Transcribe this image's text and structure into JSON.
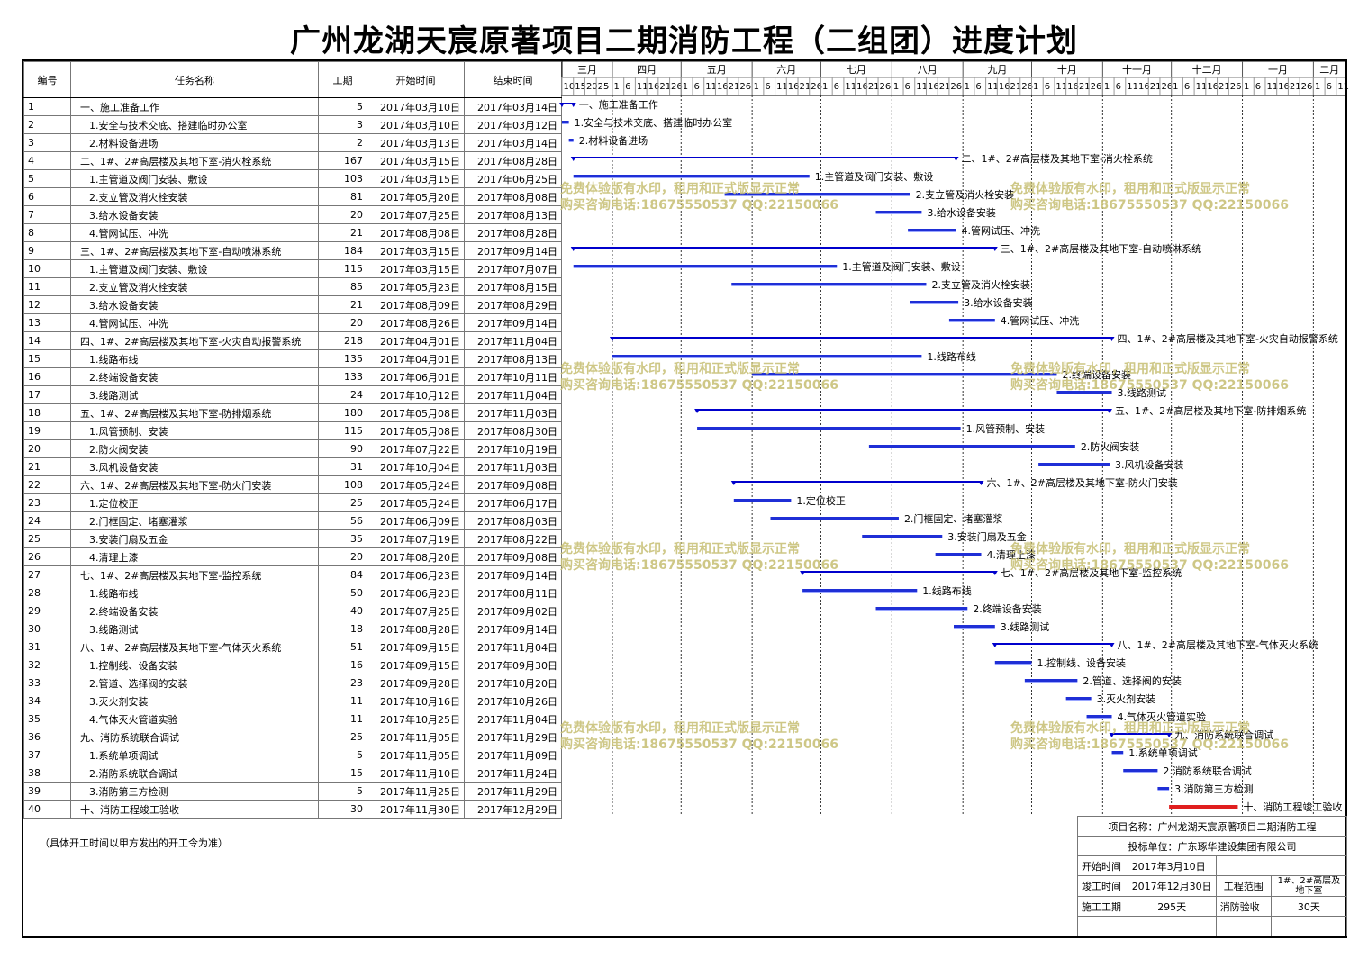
{
  "title": "广州龙湖天宸原著项目二期消防工程（二组团）进度计划",
  "table": {
    "headers": [
      "编号",
      "任务名称",
      "工期",
      "开始时间",
      "结束时间"
    ],
    "rows": [
      [
        "1",
        "一、施工准备工作",
        "5",
        "2017年03月10日",
        "2017年03月14日"
      ],
      [
        "2",
        "1.安全与技术交底、搭建临时办公室",
        "3",
        "2017年03月10日",
        "2017年03月12日"
      ],
      [
        "3",
        "2.材料设备进场",
        "2",
        "2017年03月13日",
        "2017年03月14日"
      ],
      [
        "4",
        "二、1#、2#高层楼及其地下室-消火栓系统",
        "167",
        "2017年03月15日",
        "2017年08月28日"
      ],
      [
        "5",
        "1.主管道及阀门安装、敷设",
        "103",
        "2017年03月15日",
        "2017年06月25日"
      ],
      [
        "6",
        "2.支立管及消火栓安装",
        "81",
        "2017年05月20日",
        "2017年08月08日"
      ],
      [
        "7",
        "3.给水设备安装",
        "20",
        "2017年07月25日",
        "2017年08月13日"
      ],
      [
        "8",
        "4.管网试压、冲洗",
        "21",
        "2017年08月08日",
        "2017年08月28日"
      ],
      [
        "9",
        "三、1#、2#高层楼及其地下室-自动喷淋系统",
        "184",
        "2017年03月15日",
        "2017年09月14日"
      ],
      [
        "10",
        "1.主管道及阀门安装、敷设",
        "115",
        "2017年03月15日",
        "2017年07月07日"
      ],
      [
        "11",
        "2.支立管及消火栓安装",
        "85",
        "2017年05月23日",
        "2017年08月15日"
      ],
      [
        "12",
        "3.给水设备安装",
        "21",
        "2017年08月09日",
        "2017年08月29日"
      ],
      [
        "13",
        "4.管网试压、冲洗",
        "20",
        "2017年08月26日",
        "2017年09月14日"
      ],
      [
        "14",
        "四、1#、2#高层楼及其地下室-火灾自动报警系统",
        "218",
        "2017年04月01日",
        "2017年11月04日"
      ],
      [
        "15",
        "1.线路布线",
        "135",
        "2017年04月01日",
        "2017年08月13日"
      ],
      [
        "16",
        "2.终端设备安装",
        "133",
        "2017年06月01日",
        "2017年10月11日"
      ],
      [
        "17",
        "3.线路测试",
        "24",
        "2017年10月12日",
        "2017年11月04日"
      ],
      [
        "18",
        "五、1#、2#高层楼及其地下室-防排烟系统",
        "180",
        "2017年05月08日",
        "2017年11月03日"
      ],
      [
        "19",
        "1.风管预制、安装",
        "115",
        "2017年05月08日",
        "2017年08月30日"
      ],
      [
        "20",
        "2.防火阀安装",
        "90",
        "2017年07月22日",
        "2017年10月19日"
      ],
      [
        "21",
        "3.风机设备安装",
        "31",
        "2017年10月04日",
        "2017年11月03日"
      ],
      [
        "22",
        "六、1#、2#高层楼及其地下室-防火门安装",
        "108",
        "2017年05月24日",
        "2017年09月08日"
      ],
      [
        "23",
        "1.定位校正",
        "25",
        "2017年05月24日",
        "2017年06月17日"
      ],
      [
        "24",
        "2.门框固定、堵塞灌浆",
        "56",
        "2017年06月09日",
        "2017年08月03日"
      ],
      [
        "25",
        "3.安装门扇及五金",
        "35",
        "2017年07月19日",
        "2017年08月22日"
      ],
      [
        "26",
        "4.清理上漆",
        "20",
        "2017年08月20日",
        "2017年09月08日"
      ],
      [
        "27",
        "七、1#、2#高层楼及其地下室-监控系统",
        "84",
        "2017年06月23日",
        "2017年09月14日"
      ],
      [
        "28",
        "1.线路布线",
        "50",
        "2017年06月23日",
        "2017年08月11日"
      ],
      [
        "29",
        "2.终端设备安装",
        "40",
        "2017年07月25日",
        "2017年09月02日"
      ],
      [
        "30",
        "3.线路测试",
        "18",
        "2017年08月28日",
        "2017年09月14日"
      ],
      [
        "31",
        "八、1#、2#高层楼及其地下室-气体灭火系统",
        "51",
        "2017年09月15日",
        "2017年11月04日"
      ],
      [
        "32",
        "1.控制线、设备安装",
        "16",
        "2017年09月15日",
        "2017年09月30日"
      ],
      [
        "33",
        "2.管道、选择阀的安装",
        "23",
        "2017年09月28日",
        "2017年10月20日"
      ],
      [
        "34",
        "3.灭火剂安装",
        "11",
        "2017年10月16日",
        "2017年10月26日"
      ],
      [
        "35",
        "4.气体灭火管道实验",
        "11",
        "2017年10月25日",
        "2017年11月04日"
      ],
      [
        "36",
        "九、消防系统联合调试",
        "25",
        "2017年11月05日",
        "2017年11月29日"
      ],
      [
        "37",
        "1.系统单项调试",
        "5",
        "2017年11月05日",
        "2017年11月09日"
      ],
      [
        "38",
        "2.消防系统联合调试",
        "15",
        "2017年11月10日",
        "2017年11月24日"
      ],
      [
        "39",
        "3.消防第三方检测",
        "5",
        "2017年11月25日",
        "2017年11月29日"
      ],
      [
        "40",
        "十、消防工程竣工验收",
        "30",
        "2017年11月30日",
        "2017年12月29日"
      ]
    ]
  },
  "chart_data": {
    "type": "gantt",
    "x_range": [
      "2017-03-10",
      "2018-02-15"
    ],
    "months": [
      {
        "label": "三月",
        "start": "2017-03-01",
        "ticks": [
          "10",
          "15",
          "20",
          "25"
        ]
      },
      {
        "label": "四月",
        "start": "2017-04-01",
        "ticks": [
          "1",
          "6",
          "11",
          "16",
          "21",
          "26"
        ]
      },
      {
        "label": "五月",
        "start": "2017-05-01",
        "ticks": [
          "1",
          "6",
          "11",
          "16",
          "21",
          "26"
        ]
      },
      {
        "label": "六月",
        "start": "2017-06-01",
        "ticks": [
          "1",
          "6",
          "11",
          "16",
          "21",
          "26"
        ]
      },
      {
        "label": "七月",
        "start": "2017-07-01",
        "ticks": [
          "1",
          "6",
          "11",
          "16",
          "21",
          "26"
        ]
      },
      {
        "label": "八月",
        "start": "2017-08-01",
        "ticks": [
          "1",
          "6",
          "11",
          "16",
          "21",
          "26"
        ]
      },
      {
        "label": "九月",
        "start": "2017-09-01",
        "ticks": [
          "1",
          "6",
          "11",
          "16",
          "21",
          "26"
        ]
      },
      {
        "label": "十月",
        "start": "2017-10-01",
        "ticks": [
          "1",
          "6",
          "11",
          "16",
          "21",
          "26"
        ]
      },
      {
        "label": "十一月",
        "start": "2017-11-01",
        "ticks": [
          "1",
          "6",
          "11",
          "16",
          "21",
          "26"
        ]
      },
      {
        "label": "十二月",
        "start": "2017-12-01",
        "ticks": [
          "1",
          "6",
          "11",
          "16",
          "21",
          "26"
        ]
      },
      {
        "label": "一月",
        "start": "2018-01-01",
        "ticks": [
          "1",
          "6",
          "11",
          "16",
          "21",
          "26"
        ]
      },
      {
        "label": "二月",
        "start": "2018-02-01",
        "ticks": [
          "1",
          "6",
          "11"
        ]
      }
    ],
    "tasks": [
      {
        "id": 1,
        "label": "一、施工准备工作",
        "start": "2017-03-10",
        "end": "2017-03-14",
        "kind": "summary"
      },
      {
        "id": 2,
        "label": "1.安全与技术交底、搭建临时办公室",
        "start": "2017-03-10",
        "end": "2017-03-12",
        "kind": "task"
      },
      {
        "id": 3,
        "label": "2.材料设备进场",
        "start": "2017-03-13",
        "end": "2017-03-14",
        "kind": "task"
      },
      {
        "id": 4,
        "label": "二、1#、2#高层楼及其地下室-消火栓系统",
        "start": "2017-03-15",
        "end": "2017-08-28",
        "kind": "summary"
      },
      {
        "id": 5,
        "label": "1.主管道及阀门安装、敷设",
        "start": "2017-03-15",
        "end": "2017-06-25",
        "kind": "task"
      },
      {
        "id": 6,
        "label": "2.支立管及消火栓安装",
        "start": "2017-05-20",
        "end": "2017-08-08",
        "kind": "task"
      },
      {
        "id": 7,
        "label": "3.给水设备安装",
        "start": "2017-07-25",
        "end": "2017-08-13",
        "kind": "task"
      },
      {
        "id": 8,
        "label": "4.管网试压、冲洗",
        "start": "2017-08-08",
        "end": "2017-08-28",
        "kind": "task"
      },
      {
        "id": 9,
        "label": "三、1#、2#高层楼及其地下室-自动喷淋系统",
        "start": "2017-03-15",
        "end": "2017-09-14",
        "kind": "summary"
      },
      {
        "id": 10,
        "label": "1.主管道及阀门安装、敷设",
        "start": "2017-03-15",
        "end": "2017-07-07",
        "kind": "task"
      },
      {
        "id": 11,
        "label": "2.支立管及消火栓安装",
        "start": "2017-05-23",
        "end": "2017-08-15",
        "kind": "task"
      },
      {
        "id": 12,
        "label": "3.给水设备安装",
        "start": "2017-08-09",
        "end": "2017-08-29",
        "kind": "task"
      },
      {
        "id": 13,
        "label": "4.管网试压、冲洗",
        "start": "2017-08-26",
        "end": "2017-09-14",
        "kind": "task"
      },
      {
        "id": 14,
        "label": "四、1#、2#高层楼及其地下室-火灾自动报警系统",
        "start": "2017-04-01",
        "end": "2017-11-04",
        "kind": "summary"
      },
      {
        "id": 15,
        "label": "1.线路布线",
        "start": "2017-04-01",
        "end": "2017-08-13",
        "kind": "task"
      },
      {
        "id": 16,
        "label": "2.终端设备安装",
        "start": "2017-06-01",
        "end": "2017-10-11",
        "kind": "task"
      },
      {
        "id": 17,
        "label": "3.线路测试",
        "start": "2017-10-12",
        "end": "2017-11-04",
        "kind": "task"
      },
      {
        "id": 18,
        "label": "五、1#、2#高层楼及其地下室-防排烟系统",
        "start": "2017-05-08",
        "end": "2017-11-03",
        "kind": "summary"
      },
      {
        "id": 19,
        "label": "1.风管预制、安装",
        "start": "2017-05-08",
        "end": "2017-08-30",
        "kind": "task"
      },
      {
        "id": 20,
        "label": "2.防火阀安装",
        "start": "2017-07-22",
        "end": "2017-10-19",
        "kind": "task"
      },
      {
        "id": 21,
        "label": "3.风机设备安装",
        "start": "2017-10-04",
        "end": "2017-11-03",
        "kind": "task"
      },
      {
        "id": 22,
        "label": "六、1#、2#高层楼及其地下室-防火门安装",
        "start": "2017-05-24",
        "end": "2017-09-08",
        "kind": "summary"
      },
      {
        "id": 23,
        "label": "1.定位校正",
        "start": "2017-05-24",
        "end": "2017-06-17",
        "kind": "task"
      },
      {
        "id": 24,
        "label": "2.门框固定、堵塞灌浆",
        "start": "2017-06-09",
        "end": "2017-08-03",
        "kind": "task"
      },
      {
        "id": 25,
        "label": "3.安装门扇及五金",
        "start": "2017-07-19",
        "end": "2017-08-22",
        "kind": "task"
      },
      {
        "id": 26,
        "label": "4.清理上漆",
        "start": "2017-08-20",
        "end": "2017-09-08",
        "kind": "task"
      },
      {
        "id": 27,
        "label": "七、1#、2#高层楼及其地下室-监控系统",
        "start": "2017-06-23",
        "end": "2017-09-14",
        "kind": "summary"
      },
      {
        "id": 28,
        "label": "1.线路布线",
        "start": "2017-06-23",
        "end": "2017-08-11",
        "kind": "task"
      },
      {
        "id": 29,
        "label": "2.终端设备安装",
        "start": "2017-07-25",
        "end": "2017-09-02",
        "kind": "task"
      },
      {
        "id": 30,
        "label": "3.线路测试",
        "start": "2017-08-28",
        "end": "2017-09-14",
        "kind": "task"
      },
      {
        "id": 31,
        "label": "八、1#、2#高层楼及其地下室-气体灭火系统",
        "start": "2017-09-15",
        "end": "2017-11-04",
        "kind": "summary"
      },
      {
        "id": 32,
        "label": "1.控制线、设备安装",
        "start": "2017-09-15",
        "end": "2017-09-30",
        "kind": "task"
      },
      {
        "id": 33,
        "label": "2.管道、选择阀的安装",
        "start": "2017-09-28",
        "end": "2017-10-20",
        "kind": "task"
      },
      {
        "id": 34,
        "label": "3.灭火剂安装",
        "start": "2017-10-16",
        "end": "2017-10-26",
        "kind": "task"
      },
      {
        "id": 35,
        "label": "4.气体灭火管道实验",
        "start": "2017-10-25",
        "end": "2017-11-04",
        "kind": "task"
      },
      {
        "id": 36,
        "label": "九、消防系统联合调试",
        "start": "2017-11-05",
        "end": "2017-11-29",
        "kind": "summary"
      },
      {
        "id": 37,
        "label": "1.系统单项调试",
        "start": "2017-11-05",
        "end": "2017-11-09",
        "kind": "task"
      },
      {
        "id": 38,
        "label": "2.消防系统联合调试",
        "start": "2017-11-10",
        "end": "2017-11-24",
        "kind": "task"
      },
      {
        "id": 39,
        "label": "3.消防第三方检测",
        "start": "2017-11-25",
        "end": "2017-11-29",
        "kind": "task"
      },
      {
        "id": 40,
        "label": "十、消防工程竣工验收",
        "start": "2017-11-30",
        "end": "2017-12-29",
        "kind": "milestone-task"
      }
    ],
    "colors": {
      "task": "#1f2fd6",
      "summary": "#0000cc",
      "final": "#e01e1e",
      "watermark": "#c9c27a"
    }
  },
  "watermarks": {
    "line1": "免费体验版有水印，租用和正式版显示正常",
    "line2": "购买咨询电话:18675550537 QQ:22150066"
  },
  "note": "（具体开工时间以甲方发出的开工令为准）",
  "info": {
    "project_label": "项目名称：",
    "project_value": "广州龙湖天宸原著项目二期消防工程",
    "bidder_label": "投标单位：",
    "bidder_value": "广东琢华建设集团有限公司",
    "start_label": "开始时间",
    "start_value": "2017年3月10日",
    "end_label": "竣工时间",
    "end_value": "2017年12月30日",
    "scope_label": "工程范围",
    "scope_value": "1#、2#高层及地下室",
    "duration_label": "施工工期",
    "duration_value": "295天",
    "acceptance_label": "消防验收",
    "acceptance_value": "30天"
  }
}
